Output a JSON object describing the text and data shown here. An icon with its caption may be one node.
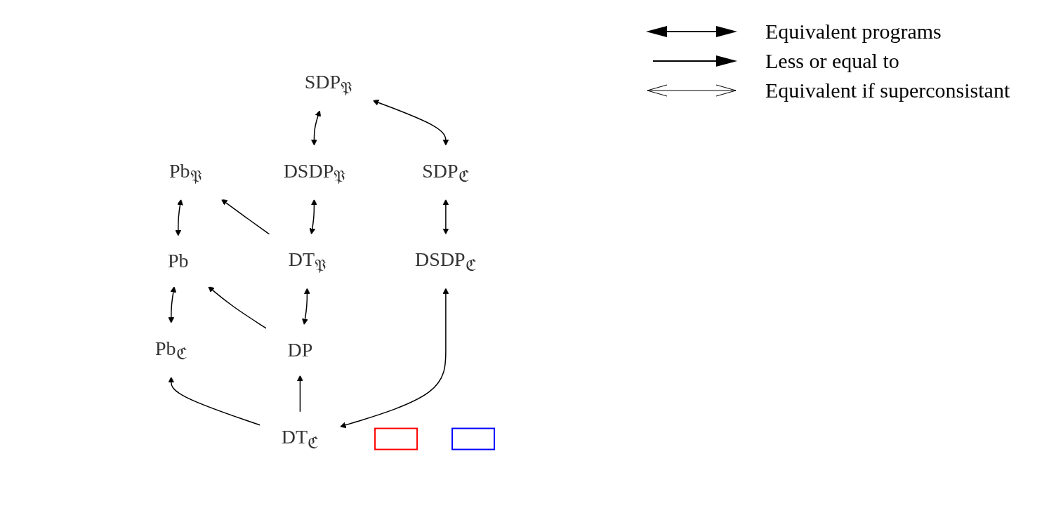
{
  "diagram": {
    "nodes": [
      {
        "text": [
          "Pb$_{ℭ}$"
        ]
      },
      {
        "text": [
          "Pb"
        ]
      },
      {
        "text": [
          "Pb$_{𝔓}$"
        ]
      },
      {
        "text": [
          "DT$_{ℭ}$"
        ]
      },
      {
        "text": [
          "DP"
        ]
      },
      {
        "text": [
          "DT$_{𝔓}$"
        ]
      },
      {
        "text": [
          "DSDP$_{ℭ}$"
        ]
      },
      {
        "text": [
          "DSDP$_{𝔓}$"
        ]
      },
      {
        "text": [
          "SDP$_{ℭ}$"
        ]
      },
      {
        "text": [
          "SDP$_{𝔓}$"
        ]
      },
      {
        "text": [],
        "shape": "box"
      },
      {
        "text": [],
        "shape": "box"
      }
    ],
    "edges": [
      {
        "from": 0,
        "to": 1,
        "arrow": "both"
      },
      {
        "from": 1,
        "to": 2,
        "arrow": "both"
      },
      {
        "from": 3,
        "to": 0,
        "arrow": "to"
      },
      {
        "from": 4,
        "to": 1,
        "arrow": "to"
      },
      {
        "from": 5,
        "to": 2,
        "arrow": "to"
      },
      {
        "from": 3,
        "to": 4,
        "arrow": "to"
      },
      {
        "from": 4,
        "to": 5,
        "arrow": "both"
      },
      {
        "from": 3,
        "to": 6,
        "arrow": "both"
      },
      {
        "from": 5,
        "to": 7,
        "arrow": "both"
      },
      {
        "from": 6,
        "to": 8,
        "arrow": "both"
      },
      {
        "from": 7,
        "to": 9,
        "arrow": "both"
      },
      {
        "from": 8,
        "to": 9,
        "arrow": "both"
      }
    ],
    "legend": [
      {
        "text": "Equivalent programs"
      },
      {
        "text": "Less or equal to"
      },
      {
        "text": "Equivalent if superconsistant"
      }
    ]
  }
}
